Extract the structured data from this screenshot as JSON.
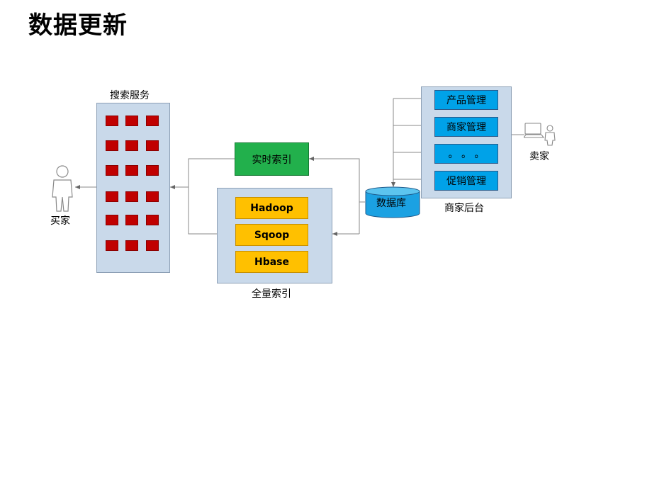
{
  "title": "数据更新",
  "search_service": {
    "label": "搜索服务"
  },
  "buyer": {
    "label": "买家"
  },
  "realtime_index": {
    "label": "实时索引"
  },
  "full_index": {
    "label": "全量索引",
    "items": [
      "Hadoop",
      "Sqoop",
      "Hbase"
    ]
  },
  "database": {
    "label": "数据库"
  },
  "merchant_backend": {
    "label": "商家后台",
    "items": [
      "产品管理",
      "商家管理",
      "。 。 。",
      "促销管理"
    ]
  },
  "seller": {
    "label": "卖家"
  },
  "colors": {
    "panel": "#c9d9ea",
    "server_block": "#c00000",
    "realtime_index": "#22b04c",
    "full_index_item": "#ffc000",
    "backend_item": "#00a2e8",
    "database": "#1ba1e2"
  },
  "icons": [
    "person-icon",
    "computer-user-icon",
    "database-cylinder-icon"
  ]
}
